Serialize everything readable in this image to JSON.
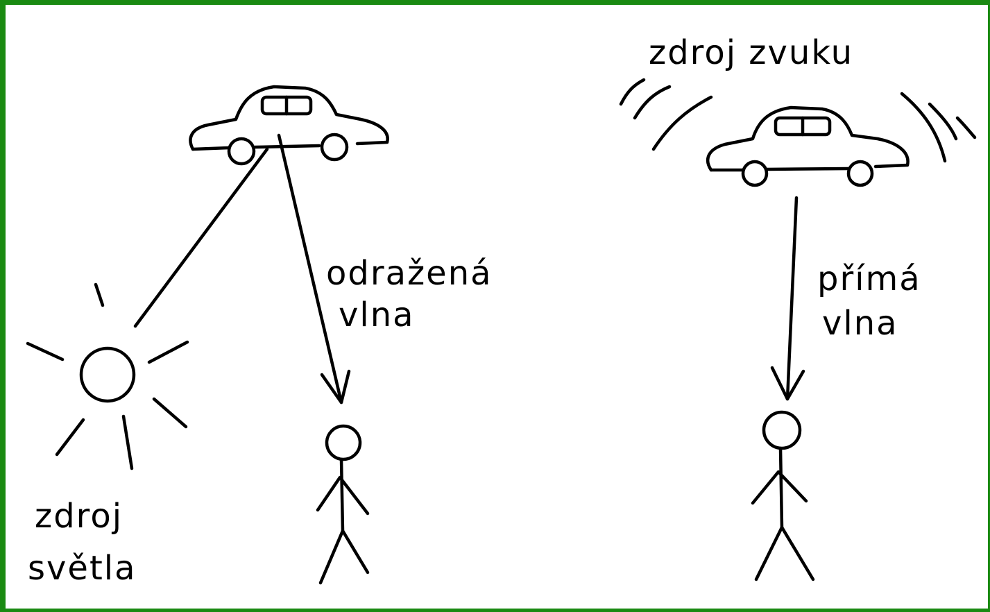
{
  "labels": {
    "light_source_line1": "zdroj",
    "light_source_line2": "světla",
    "reflected_wave_line1": "odražená",
    "reflected_wave_line2": "vlna",
    "sound_source": "zdroj zvuku",
    "direct_wave_line1": "přímá",
    "direct_wave_line2": "vlna"
  },
  "colors": {
    "frame": "#1a8a12",
    "ink": "#000000",
    "background": "#ffffff"
  }
}
